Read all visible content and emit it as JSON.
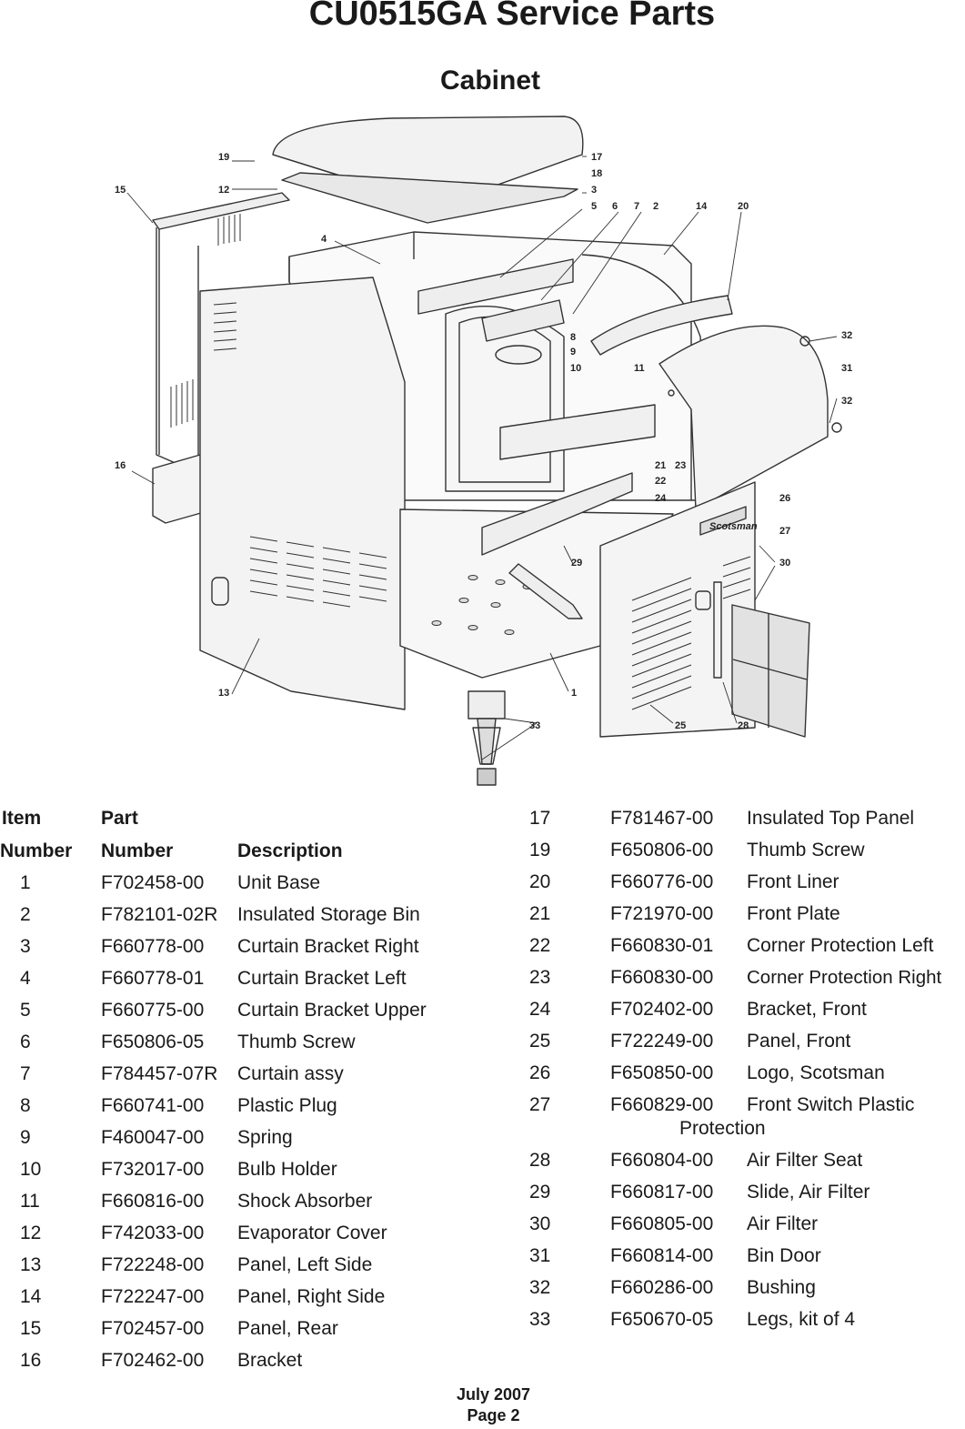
{
  "title": "CU0515GA Service Parts",
  "section": "Cabinet",
  "callouts": [
    "1",
    "2",
    "3",
    "4",
    "5",
    "6",
    "7",
    "8",
    "9",
    "10",
    "11",
    "12",
    "13",
    "14",
    "15",
    "16",
    "17",
    "18",
    "19",
    "20",
    "21",
    "22",
    "23",
    "24",
    "25",
    "26",
    "27",
    "28",
    "29",
    "30",
    "31",
    "32",
    "33"
  ],
  "table": {
    "headers": {
      "item_line1": "Item",
      "item_line2": "Number",
      "part_line1": "Part",
      "part_line2": "Number",
      "description": "Description"
    },
    "left_rows": [
      {
        "item": "1",
        "part": "F702458-00",
        "desc": "Unit Base"
      },
      {
        "item": "2",
        "part": "F782101-02R",
        "desc": "Insulated Storage Bin"
      },
      {
        "item": "3",
        "part": "F660778-00",
        "desc": "Curtain Bracket Right"
      },
      {
        "item": "4",
        "part": "F660778-01",
        "desc": "Curtain Bracket Left"
      },
      {
        "item": "5",
        "part": "F660775-00",
        "desc": "Curtain Bracket Upper"
      },
      {
        "item": "6",
        "part": "F650806-05",
        "desc": "Thumb Screw"
      },
      {
        "item": "7",
        "part": "F784457-07R",
        "desc": "Curtain assy"
      },
      {
        "item": "8",
        "part": "F660741-00",
        "desc": "Plastic Plug"
      },
      {
        "item": "9",
        "part": "F460047-00",
        "desc": "Spring"
      },
      {
        "item": "10",
        "part": "F732017-00",
        "desc": "Bulb Holder"
      },
      {
        "item": "11",
        "part": "F660816-00",
        "desc": "Shock Absorber"
      },
      {
        "item": "12",
        "part": "F742033-00",
        "desc": "Evaporator Cover"
      },
      {
        "item": "13",
        "part": "F722248-00",
        "desc": "Panel, Left Side"
      },
      {
        "item": "14",
        "part": "F722247-00",
        "desc": "Panel, Right Side"
      },
      {
        "item": "15",
        "part": "F702457-00",
        "desc": "Panel, Rear"
      },
      {
        "item": "16",
        "part": "F702462-00",
        "desc": "Bracket"
      }
    ],
    "right_rows": [
      {
        "item": "17",
        "part": "F781467-00",
        "desc": "Insulated Top Panel"
      },
      {
        "item": "19",
        "part": "F650806-00",
        "desc": "Thumb Screw"
      },
      {
        "item": "20",
        "part": "F660776-00",
        "desc": "Front Liner"
      },
      {
        "item": "21",
        "part": "F721970-00",
        "desc": "Front Plate"
      },
      {
        "item": "22",
        "part": "F660830-01",
        "desc": "Corner Protection Left"
      },
      {
        "item": "23",
        "part": "F660830-00",
        "desc": "Corner Protection Right"
      },
      {
        "item": "24",
        "part": "F702402-00",
        "desc": "Bracket, Front"
      },
      {
        "item": "25",
        "part": "F722249-00",
        "desc": "Panel, Front"
      },
      {
        "item": "26",
        "part": "F650850-00",
        "desc": "Logo, Scotsman"
      },
      {
        "item": "27",
        "part": "F660829-00",
        "desc": "Front Switch Plastic",
        "desc_cont": "Protection"
      },
      {
        "item": "28",
        "part": "F660804-00",
        "desc": "Air Filter Seat"
      },
      {
        "item": "29",
        "part": "F660817-00",
        "desc": "Slide, Air Filter"
      },
      {
        "item": "30",
        "part": "F660805-00",
        "desc": "Air Filter"
      },
      {
        "item": "31",
        "part": "F660814-00",
        "desc": "Bin Door"
      },
      {
        "item": "32",
        "part": "F660286-00",
        "desc": "Bushing"
      },
      {
        "item": "33",
        "part": "F650670-05",
        "desc": "Legs, kit of 4"
      }
    ]
  },
  "footer": {
    "date": "July 2007",
    "page": "Page 2"
  },
  "logo_text": "Scotsman"
}
